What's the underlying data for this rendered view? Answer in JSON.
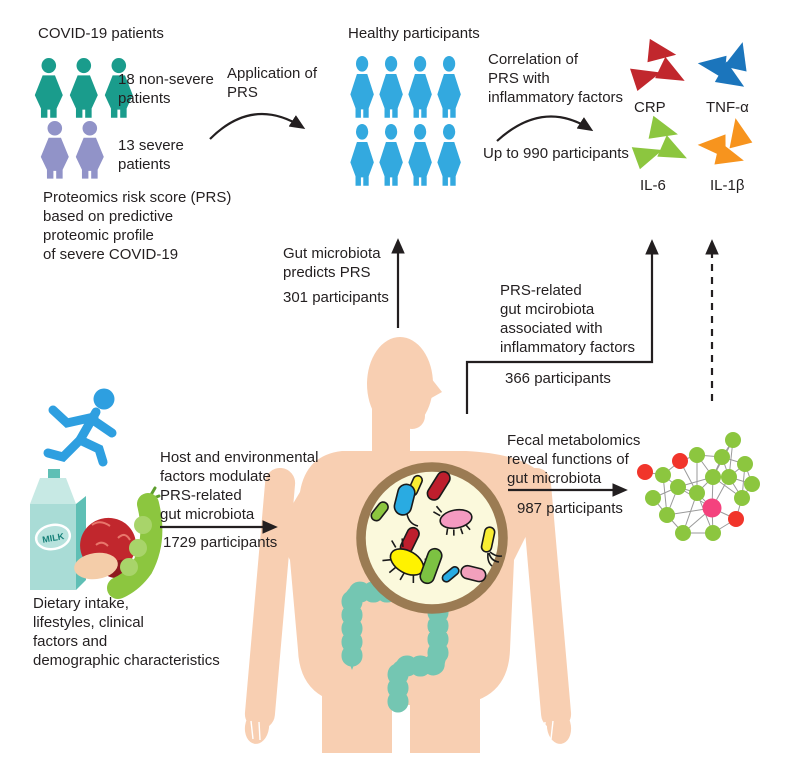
{
  "figure": {
    "covid_section": {
      "title": "COVID-19 patients",
      "non_severe": "18 non-severe\npatients",
      "severe": "13 severe\npatients",
      "prs_note": "Proteomics risk score (PRS)\nbased on predictive\nproteomic profile\nof severe COVID-19"
    },
    "application_arrow": {
      "label": "Application of\nPRS"
    },
    "healthy_section": {
      "title": "Healthy participants"
    },
    "correlation_arrow": {
      "label": "Correlation of\nPRS with\ninflammatory factors",
      "sublabel": "Up to 990 participants"
    },
    "inflammatory_markers": {
      "crp": "CRP",
      "tnf": "TNF-α",
      "il6": "IL-6",
      "il1b": "IL-1β"
    },
    "gut_predicts": {
      "label": "Gut microbiota\npredicts PRS",
      "participants": "301 participants"
    },
    "prs_related": {
      "label": "PRS-related\ngut mcirobiota\nassociated with\ninflammatory factors",
      "participants": "366 participants"
    },
    "host_factors": {
      "label": "Host and environmental\nfactors modulate\nPRS-related\ngut microbiota",
      "participants": "1729 participants",
      "caption": "Dietary intake,\nlifestyles, clinical\nfactors and\ndemographic characteristics"
    },
    "fecal": {
      "label": "Fecal metabolomics\nreveal functions of\ngut microbiota",
      "participants": "987 participants"
    },
    "milk_label": "MILK",
    "palette": {
      "non_severe_icon": "#1A9C8C",
      "severe_icon": "#9193C8",
      "healthy_icon": "#33A9DF",
      "crp_triangles": "#C1272D",
      "tnf_triangles": "#1B75BC",
      "il6_triangles": "#8CC63F",
      "il1b_triangles": "#F7941E",
      "skin": "#F8CFB2",
      "intestine": "#74C6B2",
      "microbiome_ring": "#9B7B53",
      "microbiome_bg": "#FBF9DC",
      "runner": "#2E9FE0",
      "arrow": "#231F20",
      "network_green": "#8CC63F",
      "network_red": "#F1352B",
      "network_magenta": "#F4427E"
    },
    "network": {
      "palette": {
        "g": "#8CC63F",
        "r": "#F1352B",
        "m": "#F4427E"
      },
      "nodes": [
        [
          697,
          455,
          "g"
        ],
        [
          722,
          457,
          "g"
        ],
        [
          733,
          440,
          "g"
        ],
        [
          745,
          464,
          "g"
        ],
        [
          752,
          484,
          "g"
        ],
        [
          663,
          475,
          "g"
        ],
        [
          678,
          487,
          "g"
        ],
        [
          697,
          493,
          "g"
        ],
        [
          713,
          477,
          "g"
        ],
        [
          729,
          477,
          "g"
        ],
        [
          742,
          498,
          "g"
        ],
        [
          653,
          498,
          "g"
        ],
        [
          667,
          515,
          "g"
        ],
        [
          683,
          533,
          "g"
        ],
        [
          713,
          533,
          "g"
        ],
        [
          645,
          472,
          "r"
        ],
        [
          680,
          461,
          "r"
        ],
        [
          736,
          519,
          "r"
        ],
        [
          712,
          508,
          "m"
        ]
      ],
      "edges": [
        [
          0,
          1
        ],
        [
          0,
          7
        ],
        [
          0,
          8
        ],
        [
          0,
          16
        ],
        [
          1,
          2
        ],
        [
          1,
          8
        ],
        [
          1,
          9
        ],
        [
          2,
          9
        ],
        [
          2,
          8
        ],
        [
          3,
          4
        ],
        [
          3,
          9
        ],
        [
          3,
          1
        ],
        [
          3,
          10
        ],
        [
          4,
          10
        ],
        [
          4,
          9
        ],
        [
          5,
          6
        ],
        [
          5,
          15
        ],
        [
          5,
          16
        ],
        [
          5,
          12
        ],
        [
          6,
          7
        ],
        [
          6,
          12
        ],
        [
          6,
          18
        ],
        [
          6,
          11
        ],
        [
          6,
          8
        ],
        [
          7,
          8
        ],
        [
          7,
          13
        ],
        [
          7,
          18
        ],
        [
          7,
          14
        ],
        [
          8,
          9
        ],
        [
          8,
          18
        ],
        [
          8,
          10
        ],
        [
          9,
          10
        ],
        [
          9,
          18
        ],
        [
          10,
          17
        ],
        [
          11,
          12
        ],
        [
          12,
          13
        ],
        [
          12,
          18
        ],
        [
          13,
          14
        ],
        [
          13,
          18
        ],
        [
          14,
          17
        ],
        [
          14,
          18
        ],
        [
          16,
          7
        ],
        [
          17,
          18
        ]
      ]
    }
  }
}
